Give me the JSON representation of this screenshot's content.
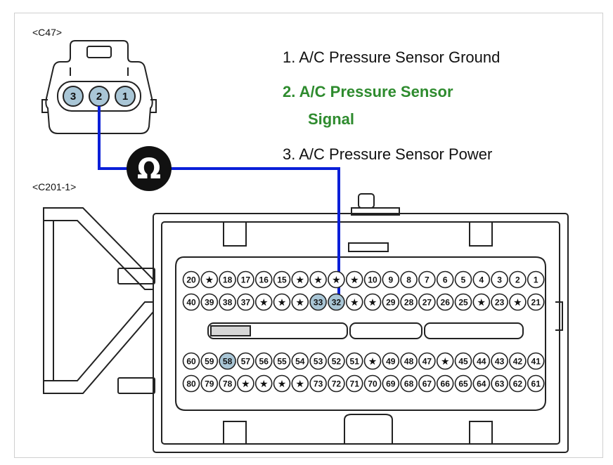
{
  "connectors": {
    "c47_label": "<C47>",
    "c201_label": "<C201-1>"
  },
  "legend": {
    "item1": "1. A/C Pressure Sensor Ground",
    "item2_line1": "2. A/C Pressure Sensor",
    "item2_line2": "Signal",
    "item3": "3. A/C Pressure Sensor Power"
  },
  "meter": {
    "symbol": "Ω"
  },
  "c47_pins": [
    "3",
    "2",
    "1"
  ],
  "c201_rows": {
    "row1": [
      "20",
      "★",
      "18",
      "17",
      "16",
      "15",
      "★",
      "★",
      "★",
      "★",
      "10",
      "9",
      "8",
      "7",
      "6",
      "5",
      "4",
      "3",
      "2",
      "1"
    ],
    "row2": [
      "40",
      "39",
      "38",
      "37",
      "★",
      "★",
      "★",
      "33",
      "32",
      "★",
      "★",
      "29",
      "28",
      "27",
      "26",
      "25",
      "★",
      "23",
      "★",
      "21"
    ],
    "row3": [
      "60",
      "59",
      "58",
      "57",
      "56",
      "55",
      "54",
      "53",
      "52",
      "51",
      "★",
      "49",
      "48",
      "47",
      "★",
      "45",
      "44",
      "43",
      "42",
      "41"
    ],
    "row4": [
      "80",
      "79",
      "78",
      "★",
      "★",
      "★",
      "★",
      "73",
      "72",
      "71",
      "70",
      "69",
      "68",
      "67",
      "66",
      "65",
      "64",
      "63",
      "62",
      "61"
    ]
  },
  "highlighted_pins": [
    "33",
    "32",
    "58"
  ],
  "colors": {
    "wire": "#0a1fd8",
    "highlight_pin": "#a9c6d6",
    "signal_text": "#2e8b2e",
    "meter_bg": "#111111"
  }
}
